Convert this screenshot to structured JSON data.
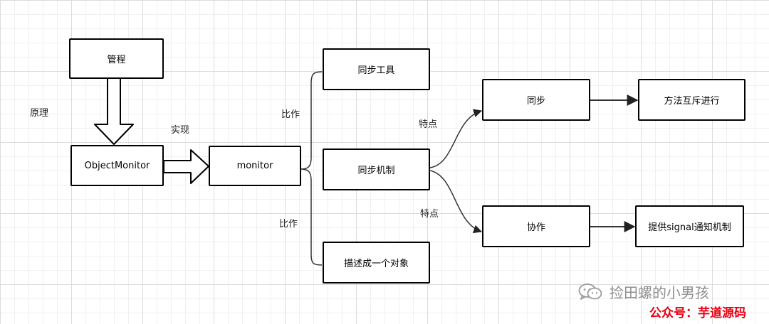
{
  "nodes": {
    "guancheng": "管程",
    "objectmonitor": "ObjectMonitor",
    "monitor": "monitor",
    "sync_tool": "同步工具",
    "sync_mechanism": "同步机制",
    "describe_object": "描述成一个对象",
    "sync": "同步",
    "cooperate": "协作",
    "mutual_exclusion": "方法互斥进行",
    "signal": "提供signal通知机制"
  },
  "labels": {
    "principle": "原理",
    "implement": "实现",
    "compare_top": "比作",
    "compare_bottom": "比作",
    "feature_top": "特点",
    "feature_bottom": "特点"
  },
  "watermark": {
    "line1": "捡田螺的小男孩",
    "line2": "公众号：芋道源码"
  }
}
